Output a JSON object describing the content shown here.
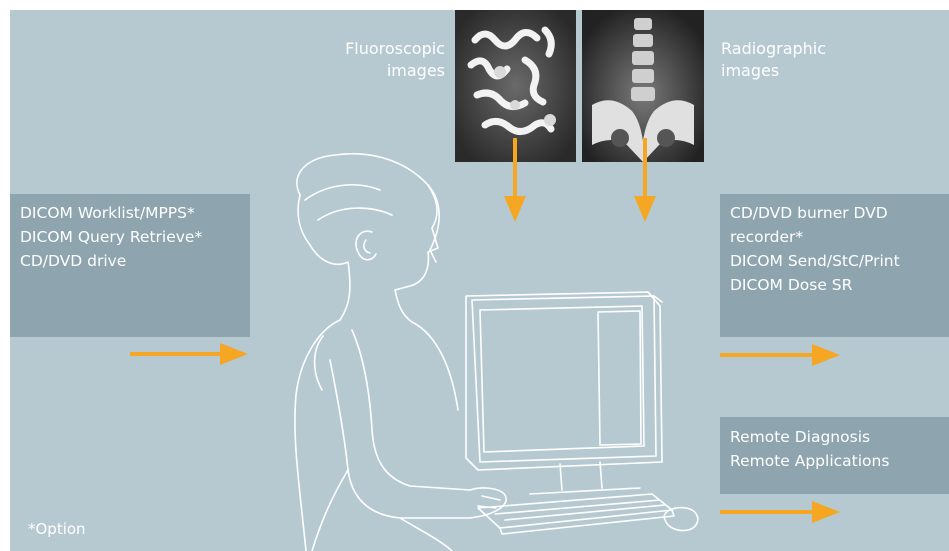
{
  "labels": {
    "fluoroscopic": "Fluoroscopic\nimages",
    "radiographic": "Radiographic\nimages"
  },
  "inputs": {
    "items": [
      "DICOM Worklist/MPPS*",
      "DICOM Query Retrieve*",
      "CD/DVD drive"
    ]
  },
  "outputs": {
    "items": [
      "CD/DVD burner DVD recorder*",
      "DICOM Send/StC/Print",
      "DICOM Dose SR"
    ]
  },
  "remote": {
    "items": [
      "Remote Diagnosis",
      "Remote Applications"
    ]
  },
  "footnote": "*Option",
  "colors": {
    "background": "#b6c9d1",
    "box": "#8ea4af",
    "arrow": "#f5a623",
    "line_art": "#ffffff"
  }
}
